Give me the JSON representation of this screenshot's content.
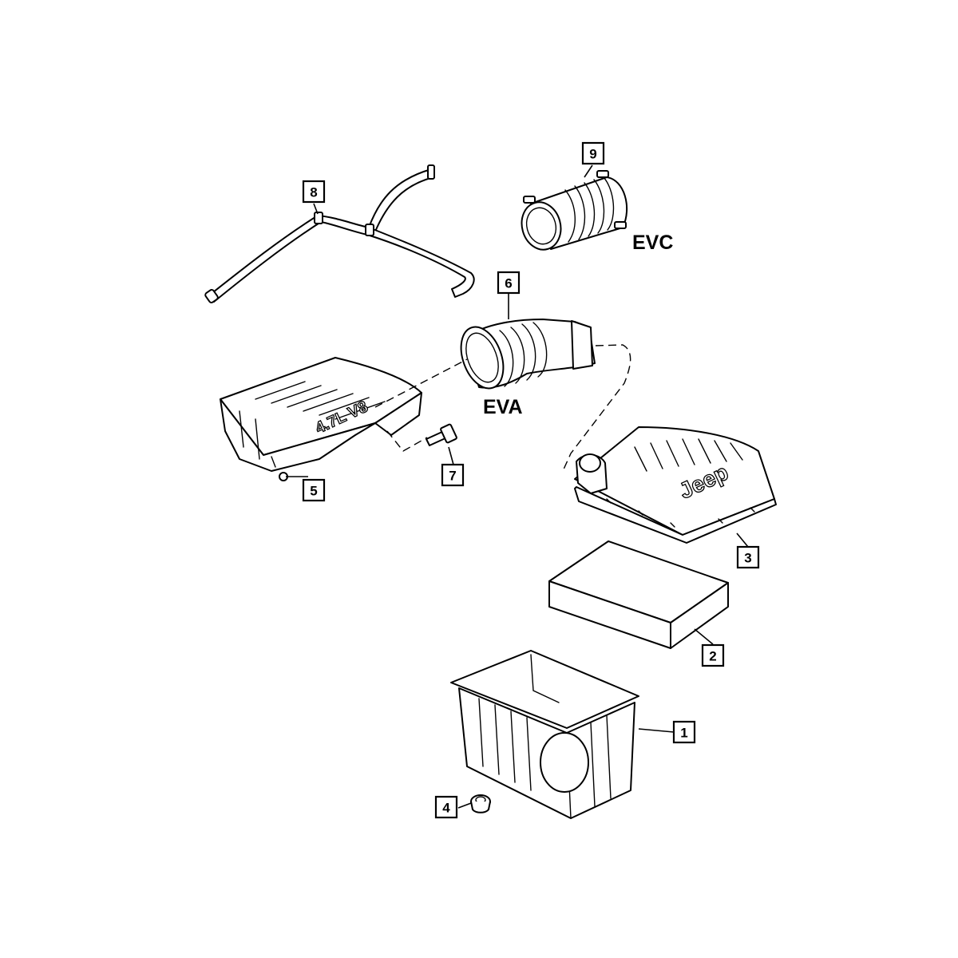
{
  "callouts": [
    "1",
    "2",
    "3",
    "4",
    "5",
    "6",
    "7",
    "8",
    "9"
  ],
  "codes": {
    "eva": "EVA",
    "evc": "EVC"
  },
  "embossed": {
    "engine": "4.7L V8",
    "brand": "Jeep"
  }
}
